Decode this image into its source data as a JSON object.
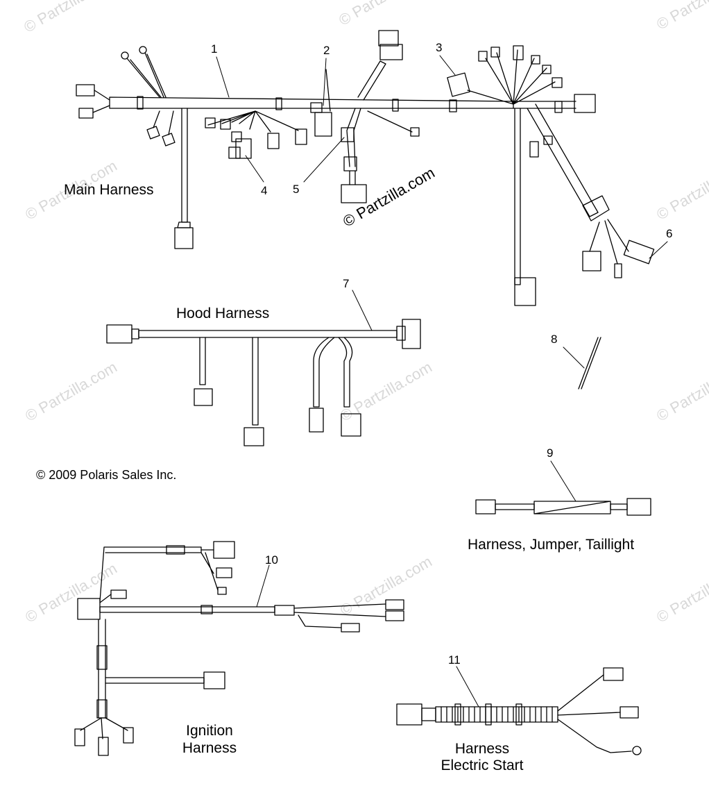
{
  "watermarks": {
    "text": "© Partzilla.com",
    "main_text": "© Partzilla.com"
  },
  "labels": {
    "main_harness": "Main Harness",
    "hood_harness": "Hood Harness",
    "jumper_taillight": "Harness, Jumper, Taillight",
    "ignition_line1": "Ignition",
    "ignition_line2": "Harness",
    "electric_start_line1": "Harness",
    "electric_start_line2": "Electric Start",
    "copyright": "© 2009 Polaris Sales Inc."
  },
  "callouts": [
    "1",
    "2",
    "3",
    "4",
    "5",
    "6",
    "7",
    "8",
    "9",
    "10",
    "11"
  ]
}
